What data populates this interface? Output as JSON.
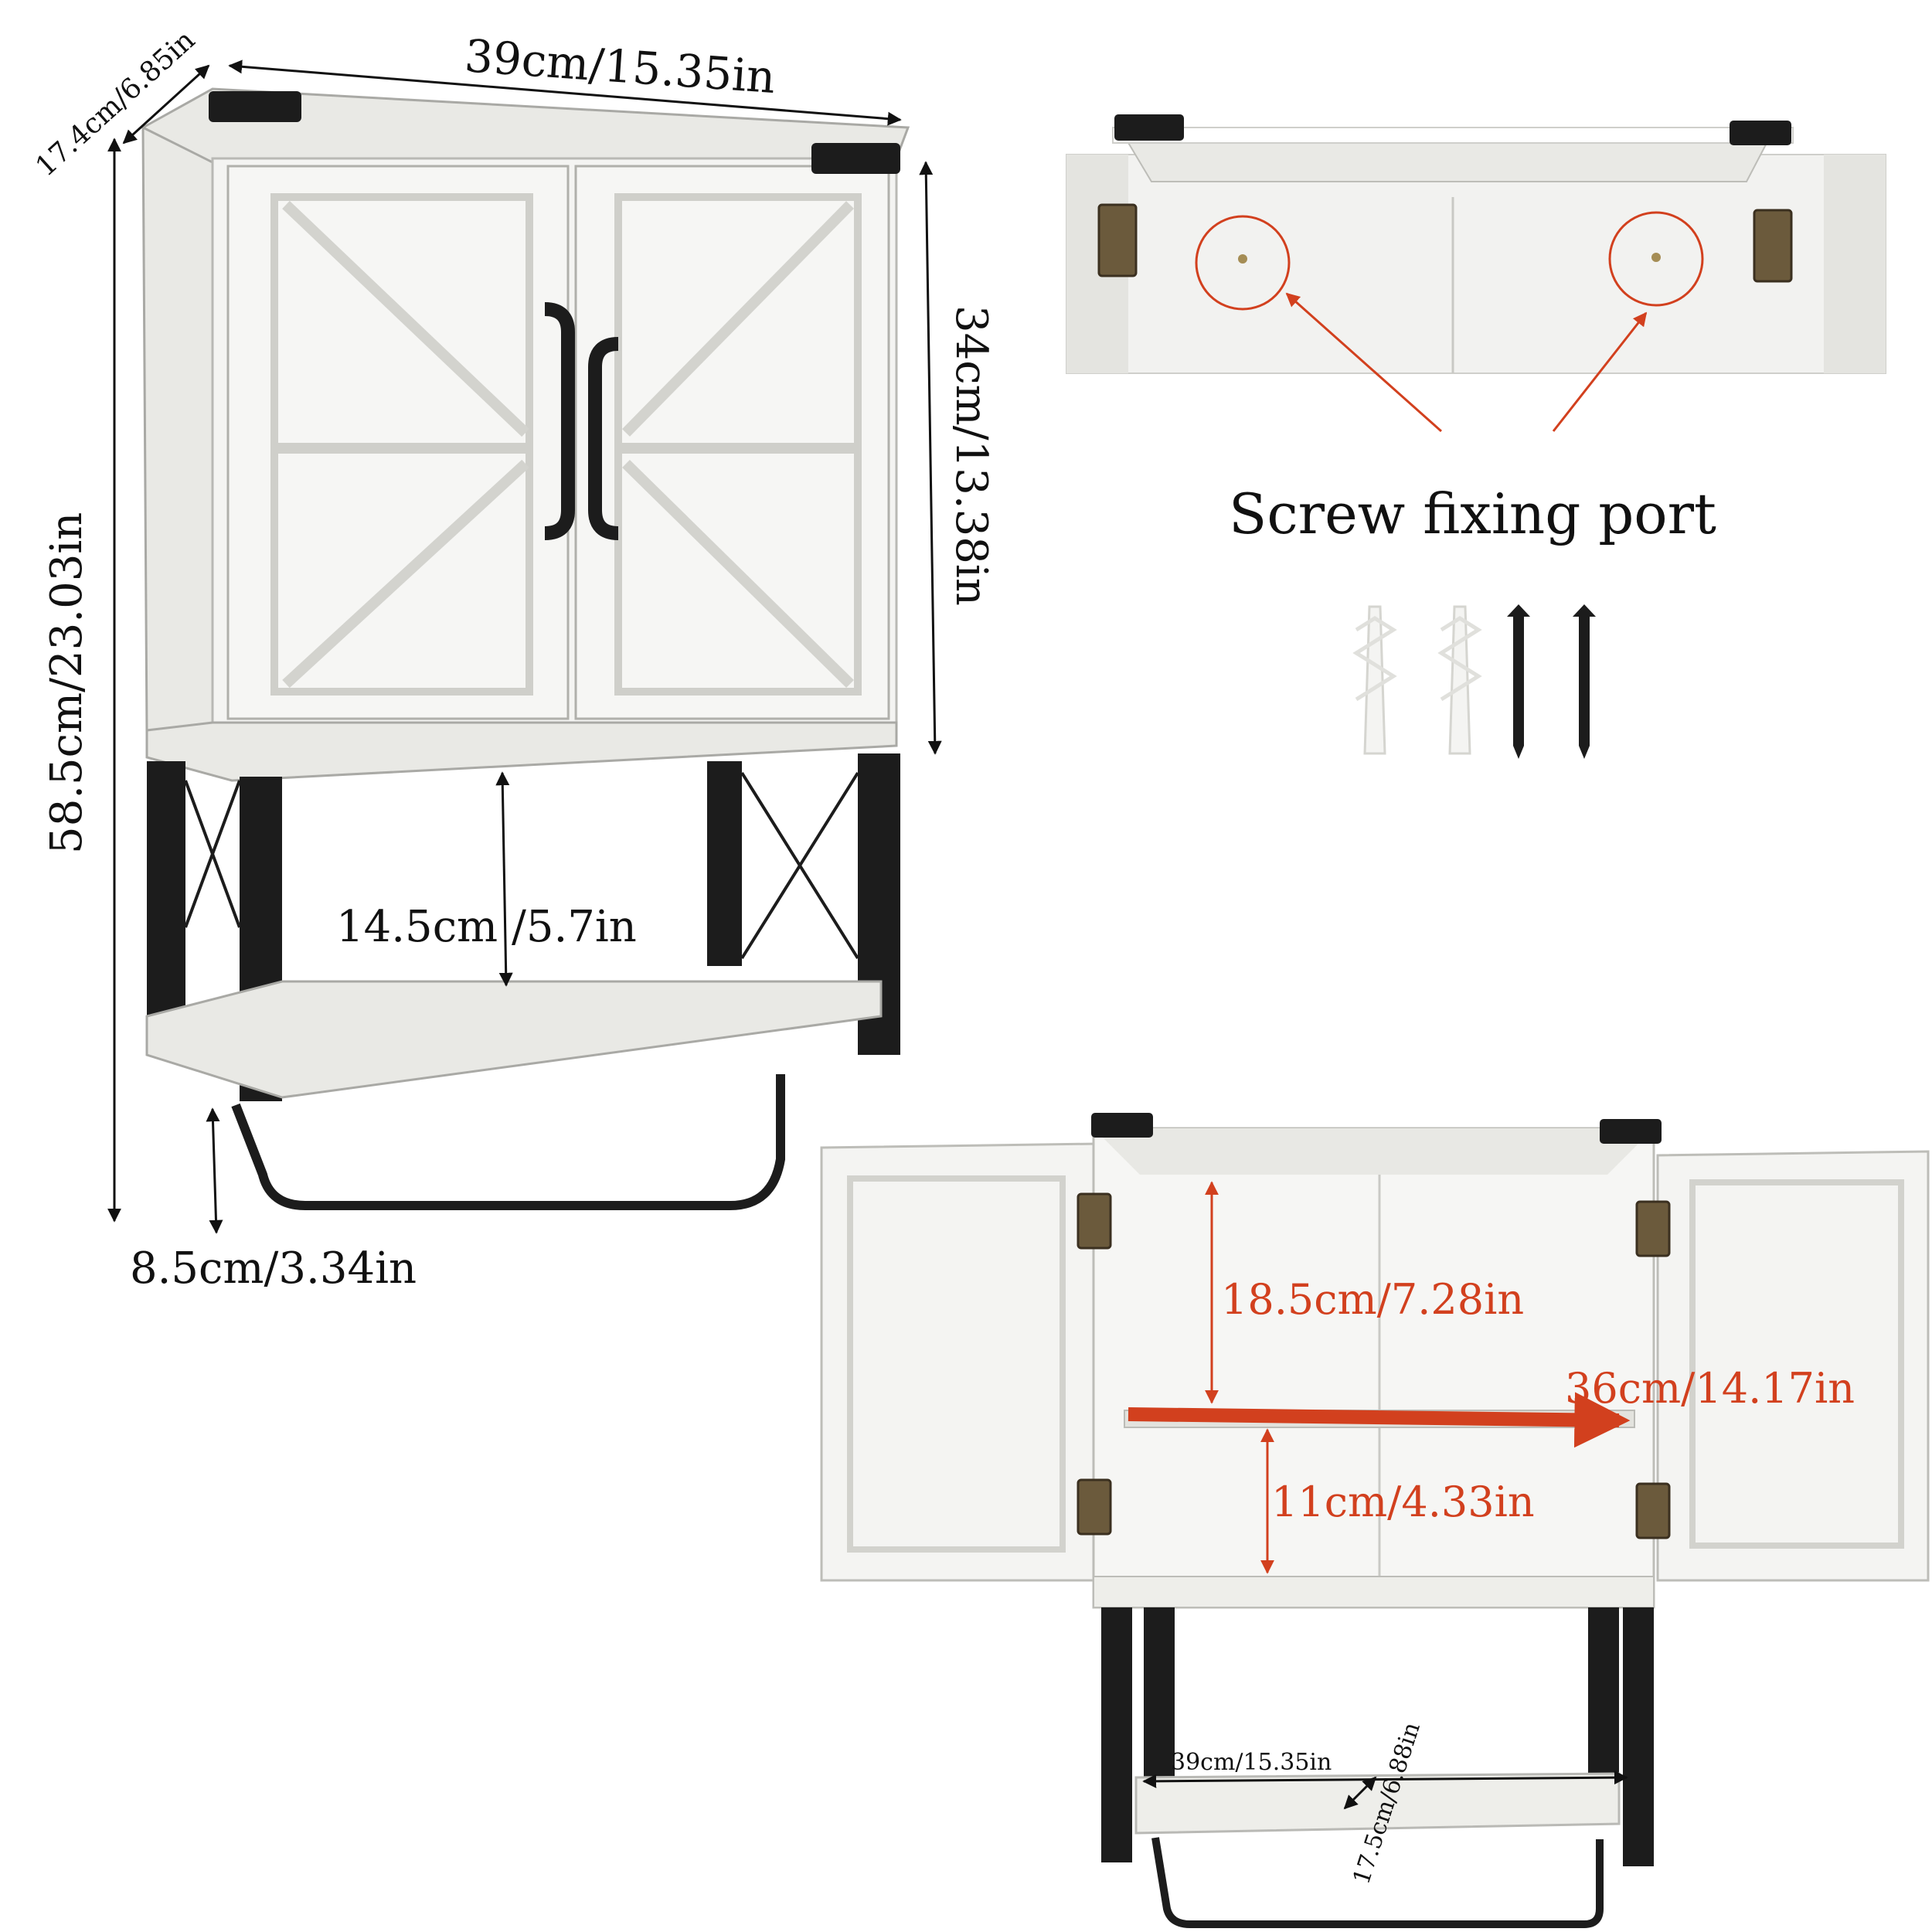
{
  "product_labels": {
    "top_width": "39cm/15.35in",
    "top_depth": "17.4cm/6.85in",
    "cabinet_height": "34cm/13.38in",
    "total_height": "58.5cm/23.03in",
    "rack_gap": "14.5cm /5.7in",
    "rack_depth": "8.5cm/3.34in"
  },
  "screw_panel": {
    "title": "Screw fixing port"
  },
  "interior_labels": {
    "upper_height": "18.5cm/7.28in",
    "inner_width": "36cm/14.17in",
    "lower_height": "11cm/4.33in",
    "shelf_width": "39cm/15.35in",
    "shelf_depth": "17.5cm/6.88in"
  },
  "colors": {
    "accent_red": "#d2401e",
    "wood_white": "#f4f4f2",
    "metal_black": "#1c1c1c"
  }
}
